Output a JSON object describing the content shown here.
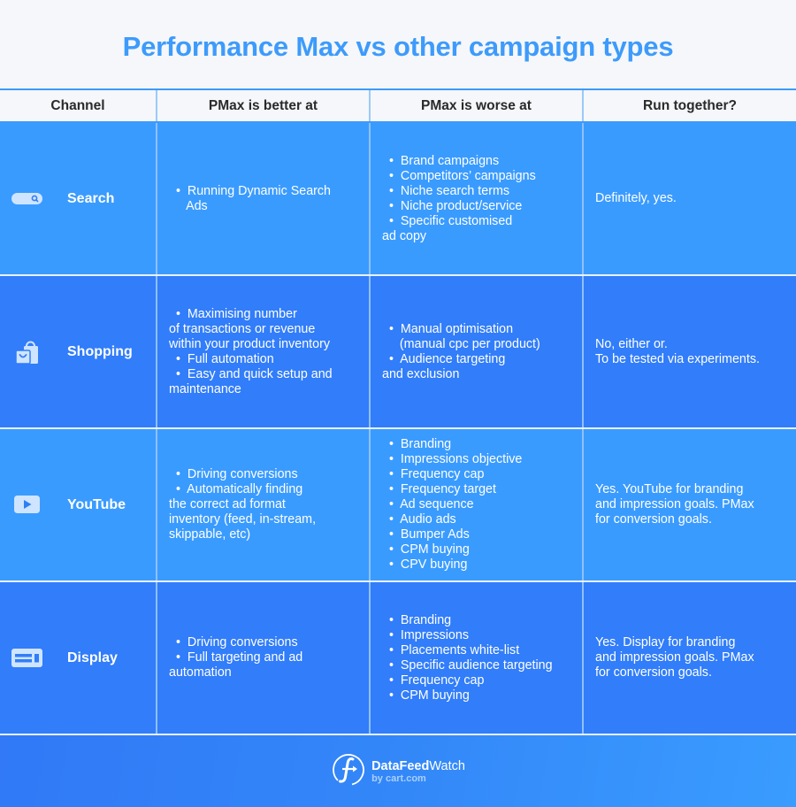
{
  "title": "Performance Max vs other campaign types",
  "colors": {
    "title": "#3d9bfb",
    "row_light": "#3a9bff",
    "row_dark": "#317dfa",
    "header_bg": "#f5f7fa",
    "icon_fill": "#cfe5ff"
  },
  "table": {
    "headers": [
      "Channel",
      "PMax is better at",
      "PMax is worse at",
      "Run together?"
    ],
    "rows": [
      {
        "channel": "Search",
        "icon": "search-bar-icon",
        "better": "  •  Running Dynamic Search\n     Ads",
        "worse": "  •  Brand campaigns\n  •  Competitors’ campaigns\n  •  Niche search terms\n  •  Niche product/service\n  •  Specific customised\nad copy",
        "run_together": "Definitely, yes."
      },
      {
        "channel": "Shopping",
        "icon": "shopping-bag-icon",
        "better": "  •  Maximising number\nof transactions or revenue\nwithin your product inventory\n  •  Full automation\n  •  Easy and quick setup and\nmaintenance",
        "worse": "  •  Manual optimisation\n     (manual cpc per product)\n  •  Audience targeting\nand exclusion",
        "run_together": "No, either or.\nTo be tested via experiments."
      },
      {
        "channel": "YouTube",
        "icon": "play-icon",
        "better": "  •  Driving conversions\n  •  Automatically finding\nthe correct ad format\ninventory (feed, in-stream,\nskippable, etc)",
        "worse": "  •  Branding\n  •  Impressions objective\n  •  Frequency cap\n  •  Frequency target\n  •  Ad sequence\n  •  Audio ads\n  •  Bumper Ads\n  •  CPM buying\n  •  CPV buying",
        "run_together": "Yes. YouTube for branding\nand impression goals. PMax\nfor conversion goals."
      },
      {
        "channel": "Display",
        "icon": "display-layout-icon",
        "better": "  •  Driving conversions\n  •  Full targeting and ad\nautomation",
        "worse": "  •  Branding\n  •  Impressions\n  •  Placements white-list\n  •  Specific audience targeting\n  •  Frequency cap\n  •  CPM buying",
        "run_together": "Yes. Display for branding\nand impression goals. PMax\nfor conversion goals."
      }
    ]
  },
  "footer": {
    "brand_bold": "DataFeed",
    "brand_light": "Watch",
    "sub": "by cart.com"
  }
}
